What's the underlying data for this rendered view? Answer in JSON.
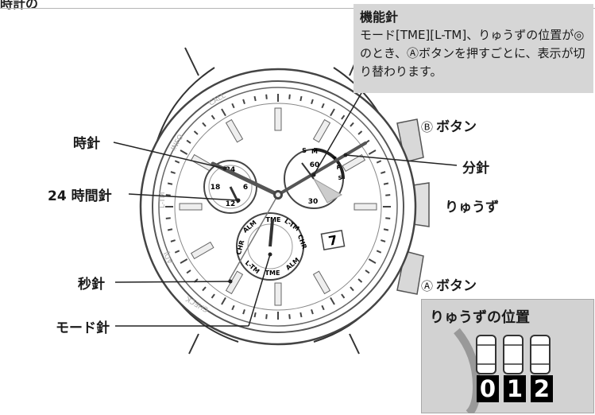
{
  "page_heading_fragment": "時計の",
  "callout": {
    "title": "機能針",
    "text": "モード[TME][L-TM]、りゅうずの位置が◎のとき、Ⓐボタンを押すごとに、表示が切り替わります。"
  },
  "labels": {
    "hour_hand": "時針",
    "hour24_hand": "24 時間針",
    "second_hand": "秒針",
    "mode_hand": "モード針",
    "minute_hand": "分針",
    "button_b": "ボタン",
    "button_b_marker": "Ⓑ",
    "crown": "りゅうず",
    "button_a": "ボタン",
    "button_a_marker": "Ⓐ"
  },
  "crown_positions": {
    "title": "りゅうずの位置",
    "positions": [
      "0",
      "1",
      "2"
    ]
  },
  "dial": {
    "bezel_words": [
      "CALL",
      "INFO",
      "L-TM",
      "ADJ",
      "CHECK"
    ],
    "subdial_24h": [
      "24",
      "18",
      "6",
      "12"
    ],
    "subdial_right": [
      "S",
      "M",
      "60",
      "30",
      "T",
      "F",
      "S"
    ],
    "mode_subdial": [
      "TME",
      "L-TM",
      "CHR",
      "ALM",
      "TME",
      "L-TM",
      "CHR",
      "ALM"
    ],
    "date": "7"
  },
  "colors": {
    "callout_bg": "#d6d6d6",
    "panel_bg": "#d2d2d2",
    "line": "#333333"
  }
}
